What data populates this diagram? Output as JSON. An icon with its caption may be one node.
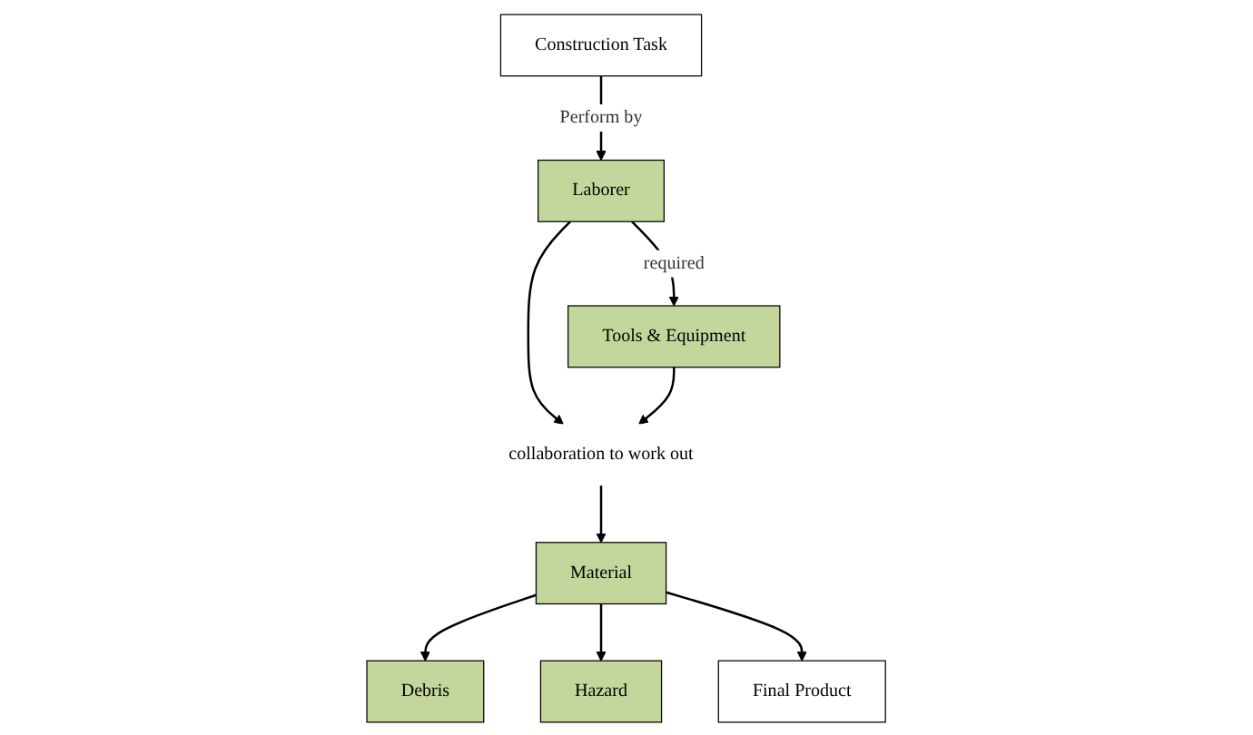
{
  "diagram": {
    "nodes": [
      {
        "text": [
          "Construction Task"
        ]
      },
      {
        "text": [
          "Laborer"
        ]
      },
      {
        "text": [
          "Tools & Equipment"
        ]
      },
      {
        "text": [
          "collaboration to work out"
        ]
      },
      {
        "text": [
          "Material"
        ]
      },
      {
        "text": [
          "Debris"
        ]
      },
      {
        "text": [
          "Hazard"
        ]
      },
      {
        "text": [
          "Final Product"
        ]
      }
    ],
    "edges": [
      {
        "from": 0,
        "to": 1,
        "arrow": "to",
        "label": "Perform by"
      },
      {
        "from": 1,
        "to": 2,
        "arrow": "to",
        "label": "required"
      },
      {
        "from": 1,
        "to": 3,
        "arrow": "to"
      },
      {
        "from": 2,
        "to": 3,
        "arrow": "to"
      },
      {
        "from": 3,
        "to": 4,
        "arrow": "to"
      },
      {
        "from": 4,
        "to": 5,
        "arrow": "to"
      },
      {
        "from": 4,
        "to": 6,
        "arrow": "to"
      },
      {
        "from": 4,
        "to": 7,
        "arrow": "to"
      }
    ]
  }
}
